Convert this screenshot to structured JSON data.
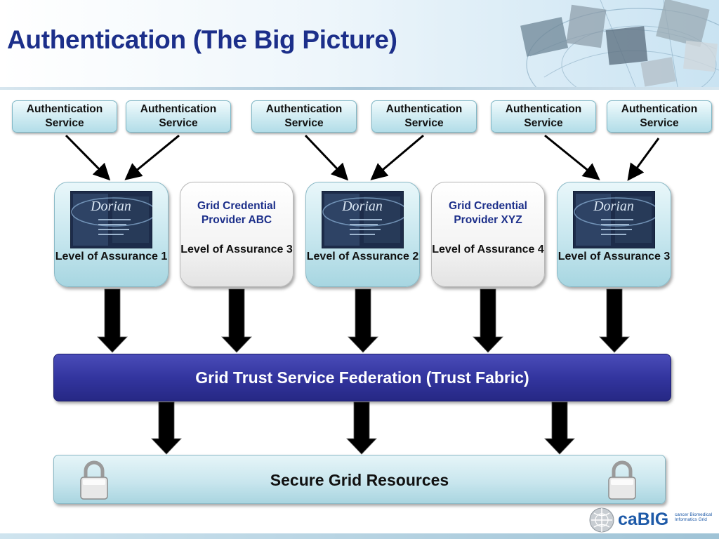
{
  "title": "Authentication (The Big Picture)",
  "auth_services": [
    {
      "label": "Authentication Service"
    },
    {
      "label": "Authentication Service"
    },
    {
      "label": "Authentication Service"
    },
    {
      "label": "Authentication Service"
    },
    {
      "label": "Authentication Service"
    },
    {
      "label": "Authentication Service"
    }
  ],
  "providers": [
    {
      "kind": "dorian",
      "image_text": "Dorian",
      "level": "Level of Assurance 1"
    },
    {
      "kind": "grid_credential_provider",
      "name": "Grid Credential Provider ABC",
      "level": "Level of Assurance 3"
    },
    {
      "kind": "dorian",
      "image_text": "Dorian",
      "level": "Level of Assurance 2"
    },
    {
      "kind": "grid_credential_provider",
      "name": "Grid Credential Provider XYZ",
      "level": "Level of Assurance 4"
    },
    {
      "kind": "dorian",
      "image_text": "Dorian",
      "level": "Level of Assurance 3"
    }
  ],
  "trust_fabric": {
    "label": "Grid Trust Service Federation (Trust Fabric)"
  },
  "resources": {
    "label": "Secure Grid Resources",
    "icons": [
      "lock-icon",
      "lock-icon"
    ]
  },
  "logo": {
    "brand": "caBIG",
    "subtitle": "cancer Biomedical Informatics Grid"
  },
  "colors": {
    "title": "#1c2f8a",
    "fabric": "#33359f",
    "box_fill": "#c6e6ee"
  }
}
